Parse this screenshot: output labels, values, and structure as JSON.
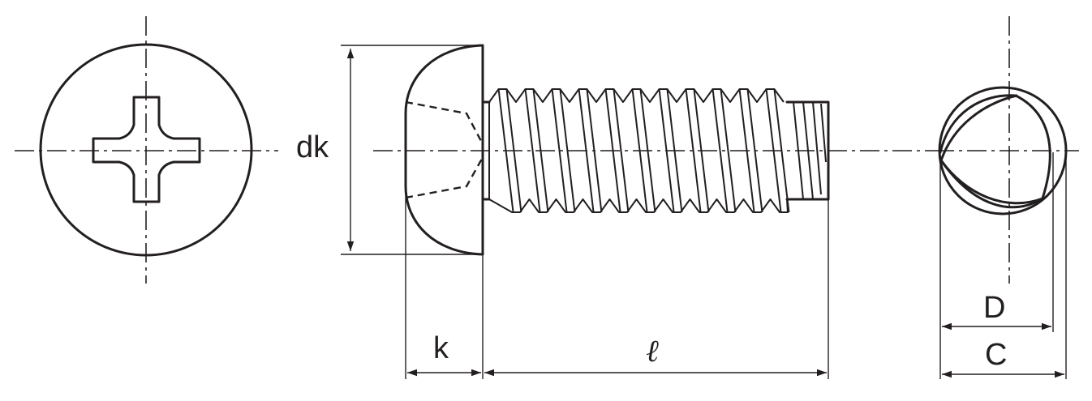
{
  "diagram": {
    "labels": {
      "head_diameter": "dk",
      "head_height": "k",
      "length": "ℓ",
      "tip_inner": "D",
      "tip_outer": "C"
    },
    "colors": {
      "line": "#231f20",
      "background": "#ffffff"
    }
  }
}
